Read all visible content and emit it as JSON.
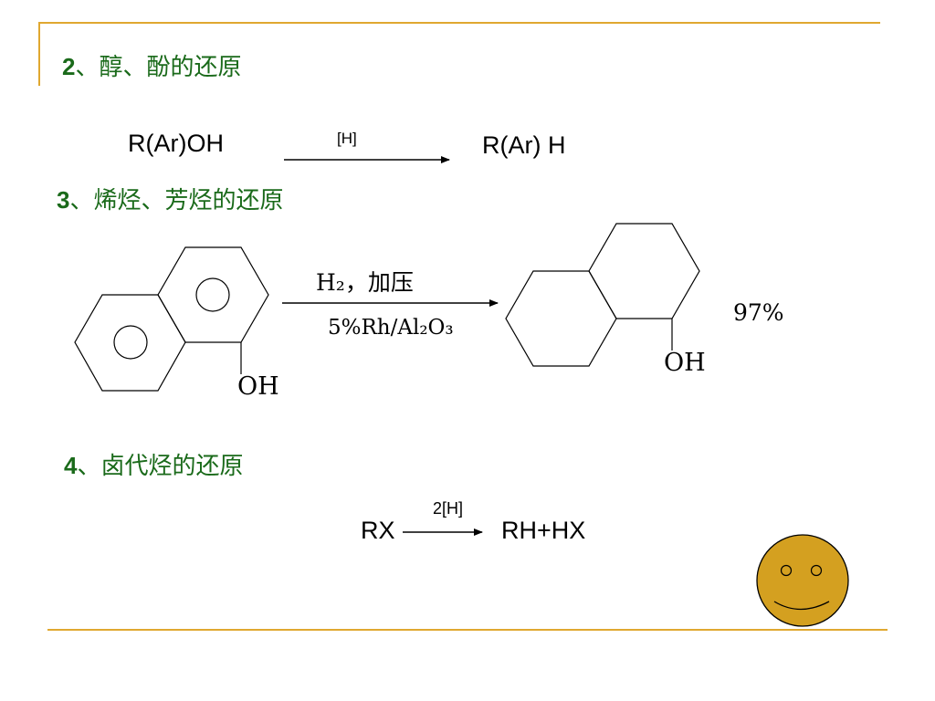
{
  "sections": {
    "s2": {
      "num": "2",
      "title": "、醇、酚的还原"
    },
    "s3": {
      "num": "3",
      "title": "、烯烃、芳烃的还原"
    },
    "s4": {
      "num": "4",
      "title": "、卤代烃的还原"
    }
  },
  "reaction1": {
    "reactant": "R(Ar)OH",
    "reagent": "[H]",
    "product": "R(Ar) H"
  },
  "reaction2": {
    "reagent_top": "H₂，加压",
    "reagent_bottom": "5%Rh/Al₂O₃",
    "reactant_substituent": "OH",
    "product_substituent": "OH",
    "yield": "97%"
  },
  "reaction3": {
    "reactant": "RX",
    "reagent": "2[H]",
    "product": "RH+HX"
  },
  "colors": {
    "accent_line": "#e0a830",
    "heading": "#1a6a1a",
    "smiley_fill": "#d4a020"
  },
  "decoration": {
    "icon": "smiley-face-icon"
  }
}
